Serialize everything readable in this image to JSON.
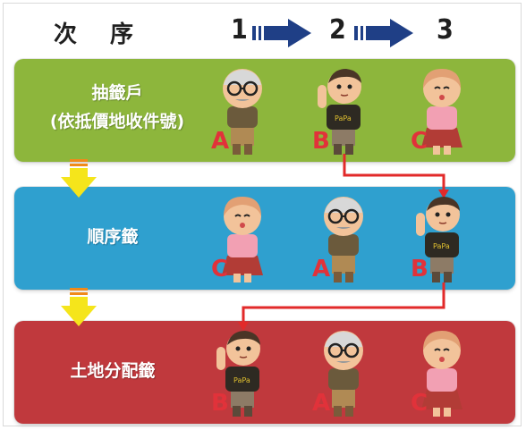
{
  "header": {
    "title": "次 序"
  },
  "sequence": [
    "1",
    "2",
    "3"
  ],
  "rows": [
    {
      "label_lines": [
        "抽籤戶",
        "(依抵價地收件號)"
      ],
      "color": "#8db63c",
      "order": [
        "A",
        "B",
        "C"
      ]
    },
    {
      "label_lines": [
        "順序籤"
      ],
      "color": "#2fa0cf",
      "order": [
        "C",
        "A",
        "B"
      ]
    },
    {
      "label_lines": [
        "土地分配籤"
      ],
      "color": "#c0393d",
      "order": [
        "B",
        "A",
        "C"
      ]
    }
  ],
  "colors": {
    "arrow_navy": "#1f3f86",
    "down_arrow": "#f5e51b",
    "connector": "#e22a2a",
    "letter": "#e1323a"
  }
}
